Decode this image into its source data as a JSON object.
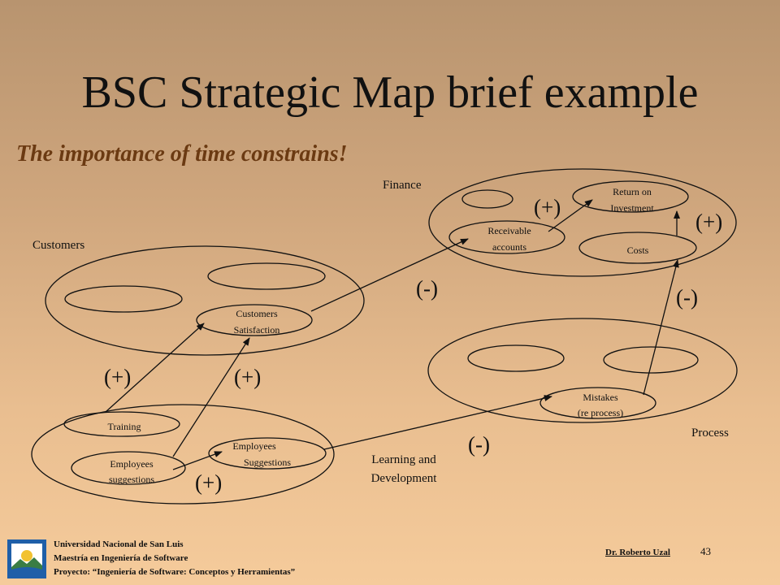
{
  "slide": {
    "title": "BSC Strategic Map brief example",
    "subtitle": "The importance of time constrains!"
  },
  "perspectives": {
    "finance": "Finance",
    "customers": "Customers",
    "process": "Process",
    "learning": [
      "Learning and",
      "Development"
    ]
  },
  "nodes": {
    "return_on_investment": [
      "Return on",
      "Investment"
    ],
    "receivable_accounts": [
      "Receivable",
      "accounts"
    ],
    "costs": "Costs",
    "customers_satisfaction": [
      "Customers",
      "Satisfaction"
    ],
    "mistakes": [
      "Mistakes",
      "(re process)"
    ],
    "training": "Training",
    "employees_suggestions_left": [
      "Employees",
      "suggestions"
    ],
    "employees_suggestions_right": [
      "Employees",
      "Suggestions"
    ]
  },
  "effects": {
    "receivable_to_roi": "(+)",
    "costs_to_roi": "(+)",
    "satisfaction_to_receivable": "(-)",
    "mistakes_to_costs": "(-)",
    "training_to_satisfaction": "(+)",
    "suggestions_to_satisfaction": "(+)",
    "suggestions_to_suggestions": "(+)",
    "suggestions_to_mistakes": "(-)"
  },
  "footer": {
    "university": "Universidad Nacional de San Luis",
    "program": "Maestría en Ingeniería de Software",
    "project": "Proyecto: “Ingeniería de Software: Conceptos y Herramientas”",
    "author": "Dr. Roberto Uzal",
    "page": "43"
  },
  "colors": {
    "subtitle": "#6b3a12",
    "background_top": "#b8946f",
    "background_bottom": "#f5cb9b"
  }
}
